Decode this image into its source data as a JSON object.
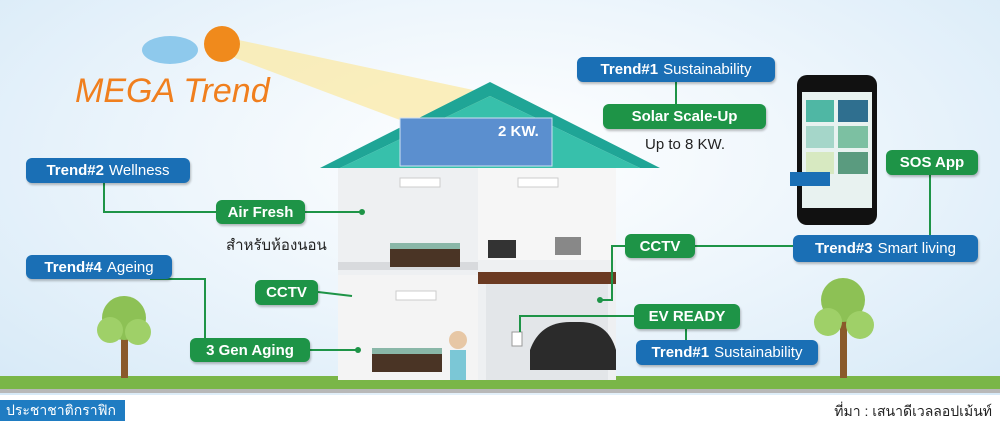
{
  "title": "MEGA Trend",
  "labels": {
    "trend1_top": {
      "tag": "Trend#1",
      "text": "Sustainability"
    },
    "solar": "Solar Scale-Up",
    "solar_sub": "Up to 8 KW.",
    "panel": "2 KW.",
    "trend2": {
      "tag": "Trend#2",
      "text": "Wellness"
    },
    "air_fresh": "Air Fresh",
    "air_fresh_sub": "สำหรับห้องนอน",
    "trend4": {
      "tag": "Trend#4",
      "text": "Ageing"
    },
    "cctv_left": "CCTV",
    "gen_aging": "3 Gen Aging",
    "cctv_right": "CCTV",
    "trend3": {
      "tag": "Trend#3",
      "text": "Smart living"
    },
    "sos": "SOS App",
    "ev": "EV READY",
    "trend1_bottom": {
      "tag": "Trend#1",
      "text": "Sustainability"
    }
  },
  "footer": {
    "brand": "ประชาชาติกราฟิก",
    "source": "ที่มา : เสนาดีเวลลอปเม้นท์"
  },
  "colors": {
    "blue": "#1a6fb5",
    "green": "#1e9447",
    "orange": "#f07f1e",
    "roof": "#2bb3a0"
  }
}
